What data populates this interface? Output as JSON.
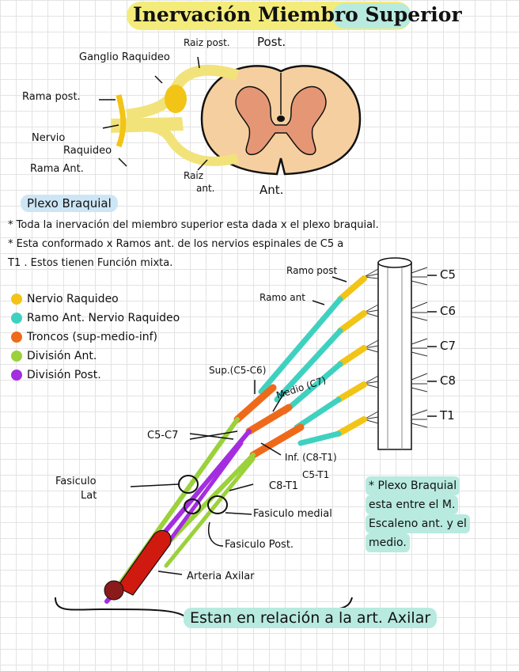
{
  "title": "Inervación Miembro Superior",
  "spinal_labels": {
    "raiz_post": "Raiz post.",
    "post": "Post.",
    "ganglio": "Ganglio Raquideo",
    "rama_post": "Rama post.",
    "nervio_raquideo_1": "Nervio",
    "nervio_raquideo_2": "Raquideo",
    "rama_ant": "Rama Ant.",
    "raiz_ant_1": "Raiz",
    "raiz_ant_2": "ant.",
    "ant": "Ant."
  },
  "section": {
    "heading": "Plexo Braquial",
    "line1": "* Toda la inervación del miembro superior esta dada x el plexo braquial.",
    "line2": "* Esta conformado x Ramos ant. de los nervios espinales de C5 a",
    "line3": "T1 . Estos tienen Función mixta."
  },
  "legend": [
    {
      "label": "Nervio Raquideo",
      "color": "#f2c416"
    },
    {
      "label": "Ramo Ant. Nervio Raquideo",
      "color": "#3fd1c0"
    },
    {
      "label": "Troncos (sup-medio-inf)",
      "color": "#ee6a1a"
    },
    {
      "label": "División Ant.",
      "color": "#9bd13a"
    },
    {
      "label": "División Post.",
      "color": "#a42de0"
    }
  ],
  "plexus_labels": {
    "ramo_post": "Ramo post",
    "ramo_ant": "Ramo ant",
    "sup": "Sup.(C5-C6)",
    "medio": "Medio (C7)",
    "inf": "Inf. (C8-T1)",
    "c5_c7": "C5-C7",
    "c5_t1": "C5-T1",
    "c8_t1": "C8-T1",
    "fasc_lat_1": "Fasiculo",
    "fasc_lat_2": "Lat",
    "fasc_medial": "Fasiculo medial",
    "fasc_post": "Fasiculo Post.",
    "arteria": "Arteria Axilar",
    "levels": [
      "C5",
      "C6",
      "C7",
      "C8",
      "T1"
    ]
  },
  "note": {
    "lines": [
      "* Plexo Braquial",
      "esta entre el M.",
      "Escaleno ant. y el",
      "medio."
    ]
  },
  "footer": "Estan en relación a la art. Axilar"
}
